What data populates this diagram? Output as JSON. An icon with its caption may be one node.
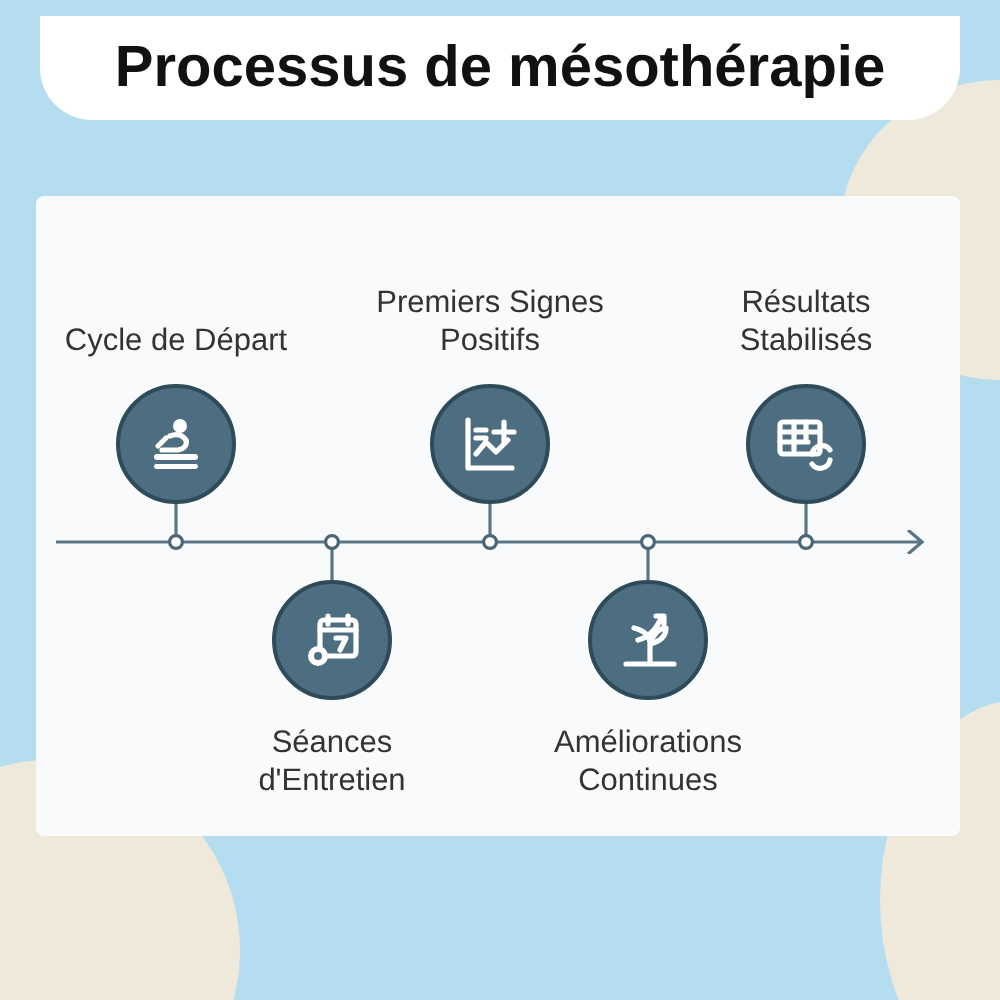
{
  "diagram": {
    "title": "Processus de mésothérapie",
    "nodes": [
      {
        "text": [
          "Cycle de Départ"
        ]
      },
      {
        "text": [
          "Séances d'Entretien"
        ]
      },
      {
        "text": [
          "Premiers Signes Positifs"
        ]
      },
      {
        "text": [
          "Améliorations Continues"
        ]
      },
      {
        "text": [
          "Résultats Stabilisés"
        ]
      },
      {
        "text": [],
        "shape": "bar"
      }
    ],
    "edges": [
      {
        "from": 0,
        "to": 5,
        "arrow": "other"
      },
      {
        "from": 1,
        "to": 5,
        "arrow": "other"
      },
      {
        "from": 2,
        "to": 5,
        "arrow": "other"
      },
      {
        "from": 3,
        "to": 5,
        "arrow": "other"
      },
      {
        "from": 4,
        "to": 5,
        "arrow": "other"
      }
    ]
  }
}
